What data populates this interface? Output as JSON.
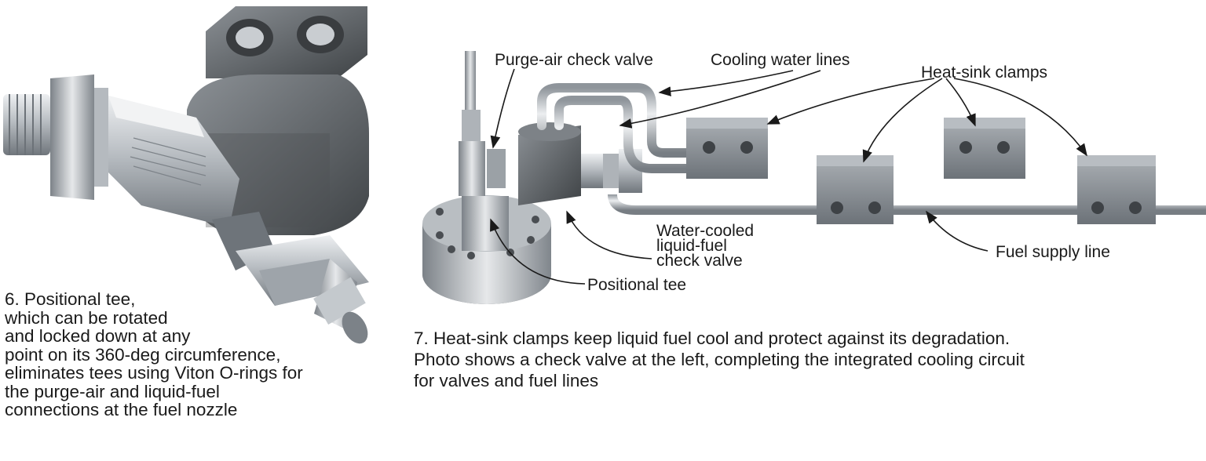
{
  "figure6": {
    "caption_lines": [
      "6. Positional tee,",
      "which can be rotated",
      "and locked down at any",
      "point on its 360-deg circumference,",
      "eliminates tees using Viton O-rings for",
      "the purge-air and liquid-fuel",
      "connections at the fuel nozzle"
    ]
  },
  "figure7": {
    "caption_lines": [
      "7. Heat-sink clamps keep liquid fuel cool and protect against its degradation.",
      "Photo shows a check valve at the left, completing the integrated cooling circuit",
      "for valves and fuel lines"
    ],
    "callouts": {
      "purge_air_check_valve": "Purge-air check valve",
      "cooling_water_lines": "Cooling water lines",
      "heat_sink_clamps": "Heat-sink clamps",
      "water_cooled_check_valve": [
        "Water-cooled",
        "liquid-fuel",
        "check valve"
      ],
      "positional_tee": "Positional tee",
      "fuel_supply_line": "Fuel supply line"
    }
  },
  "colors": {
    "steel_light": "#d9dcdf",
    "steel_mid": "#a7acb1",
    "steel_dark": "#6f757b",
    "block_dark": "#55595d",
    "clamp": "#8f949a",
    "leader": "#1a1a1a"
  }
}
